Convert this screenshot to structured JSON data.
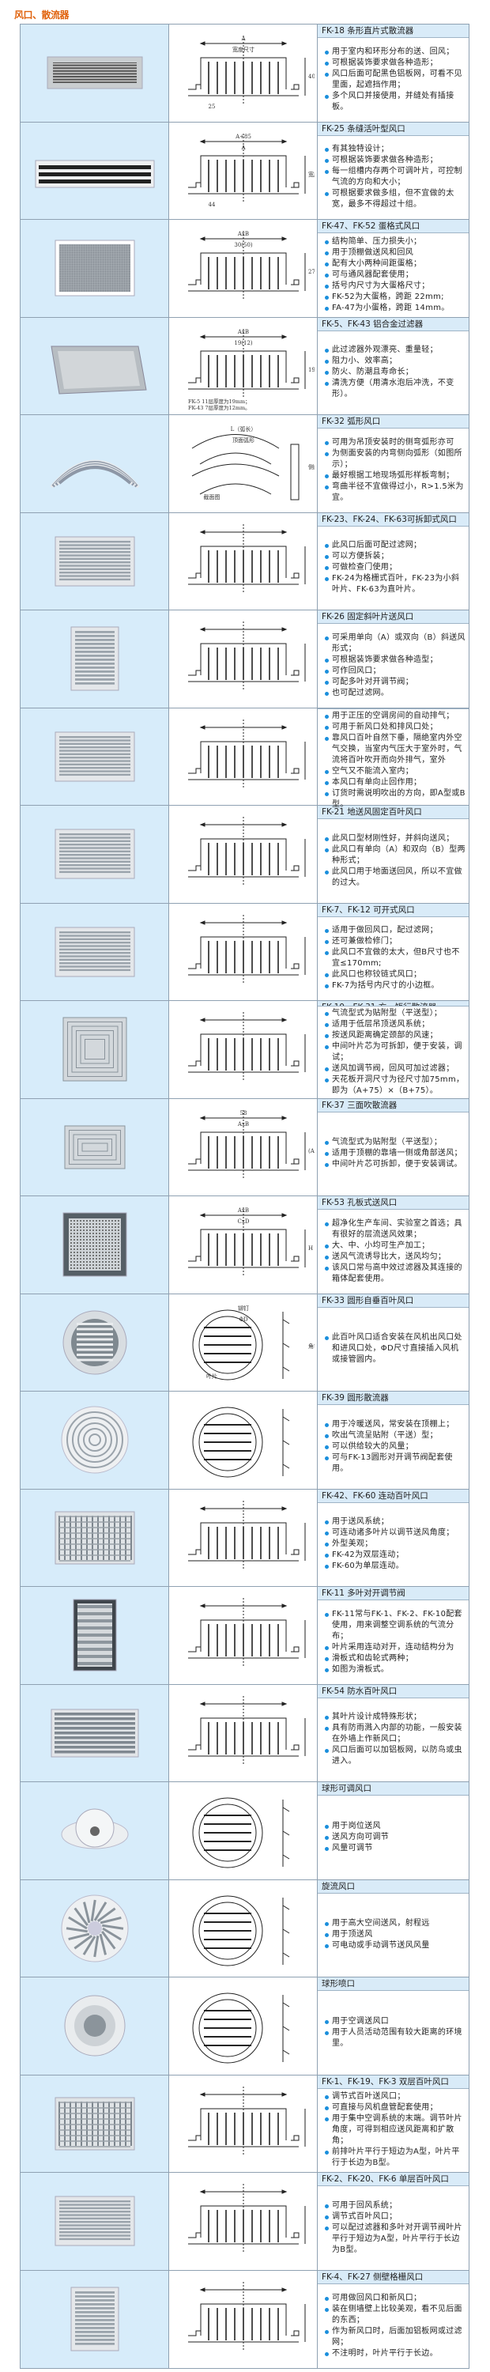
{
  "page": {
    "title": "风口、散流器"
  },
  "products": [
    {
      "title": "FK-18 条形直片式散流器",
      "bullets": [
        "用于室内和环形分布的送、回风；",
        "可根据装饰要求做各种造形；",
        "风口后面可配黑色铝板网，可看不见里面，起遮挡作用；",
        "多个风口并接使用，并缝处有插接板。"
      ],
      "labels": [
        "A",
        "宽度尺寸",
        "40",
        "25"
      ]
    },
    {
      "title": "FK-25 条缝活叶型风口",
      "bullets": [
        "有其独特设计；",
        "可根据装饰要求做各种造形；",
        "每一组槽内存两个可调叶片，可控制气流的方向和大小；",
        "可根据要求做多组，但不宜做的太宽，最多不得超过十组。"
      ],
      "labels": [
        "A+85",
        "A",
        "宽度尺寸",
        "44"
      ]
    },
    {
      "title": "FK-47、FK-52 蛋格式风口",
      "bullets": [
        "结构简单、压力损失小；",
        "用于顶棚做送风和回风",
        "配有大小两种间距蛋格；",
        "可与通风器配套使用；",
        "括号内尺寸为大蛋格尺寸；",
        "FK-52为大蛋格，跨距 22mm;",
        "FA-47为小蛋格，跨距 14mm。"
      ],
      "labels": [
        "AxB",
        "30(50)",
        "27(32)"
      ]
    },
    {
      "title": "FK-5、FK-43 铝合金过滤器",
      "bullets": [
        "此过滤器外观漂亮、重量轻；",
        "阻力小、效率高；",
        "防火、防潮且寿命长；",
        "清洗方便（用清水泡后冲洗，不变形）。"
      ],
      "labels": [
        "AxB",
        "19(12)",
        "19(12)",
        "FK-5   11层厚度为19mm；",
        "FK-43  7层厚度为12mm。"
      ]
    },
    {
      "title": "FK-32 弧形风口",
      "bullets": [
        "可用为吊顶安装时的侧弯弧形亦可",
        "为侧面安装的内弯侧向弧形（如图所示）；",
        "最好根据工地现场弧形样板弯制；",
        "弯曲半径不宜做得过小，R>1.5米为宜。"
      ],
      "labels": [
        "L（弧长）",
        "顶面弧形",
        "侧向弧形",
        "截面图"
      ]
    },
    {
      "title": "FK-23、FK-24、FK-63可拆卸式风口",
      "bullets": [
        "此风口后面可配过滤网；",
        "可以方便拆装；",
        "可做检查门使用；",
        "FK-24为格栅式百叶，FK-23为小斜叶片、FK-63为直叶片。"
      ],
      "labels": []
    },
    {
      "title": "FK-26 固定斜叶片送风口",
      "bullets": [
        "可采用单向（A）或双向（B）斜送风形式；",
        "可根据装饰要求做各种造型；",
        "可作回风口；",
        "可配多叶对开调节阀；",
        "也可配过滤网。"
      ],
      "labels": []
    },
    {
      "title": "FK-14 自垂百叶式风口",
      "bullets": [
        "用于正压的空调房间的自动排气；",
        "可用于新风口处和排风口处；",
        "靠风口百叶自然下垂，隔绝室内外空气交换，当室内气压大于室外时，气流将百叶吹开而向外排气，室外",
        "空气又不能流入室内；",
        "本风口有单向止回作用；",
        "订货时需说明吹出的方向，即A型或B型。"
      ],
      "labels": []
    },
    {
      "title": "FK-21 地送风固定百叶风口",
      "bullets": [
        "此风口型材刚性好，并斜向送风；",
        "此风口有单向（A）和双向（B）型两种形式；",
        "此风口用于地面送回风，所以不宜做的过大。"
      ],
      "labels": []
    },
    {
      "title": "FK-7、FK-12 可开式风口",
      "bullets": [
        "适用于做回风口，配过滤网；",
        "还可兼做检修门；",
        "此风口不宜做的太大，但B尺寸也不宜≤170mm;",
        "此风口也称铰链式风口；",
        "FK-7为括号内尺寸的小边框。"
      ],
      "labels": []
    },
    {
      "title": "FK-10、FK-31 方、矩行散流器",
      "bullets": [
        "气流型式为贴附型（平送型）；",
        "适用于低层吊顶送风系统；",
        "按送风距离确定颈部的风速；",
        "中间叶片芯为可拆卸，便于安装，调试；",
        "送风加调节阀，回风可加过滤器；",
        "天花板开洞尺寸为径尺寸加75mm，即为（A+75）×（B+75）。"
      ],
      "labels": []
    },
    {
      "title": "FK-37 三面吹散流器",
      "bullets": [
        "气流型式为贴附型（平送型）；",
        "适用于顶棚的靠墙一侧或角部送风；",
        "中间叶片芯可拆卸，便于安装调试。"
      ],
      "labels": [
        "58",
        "AxB",
        "(A-125)x(B+125)"
      ]
    },
    {
      "title": "FK-53 孔板式送风口",
      "bullets": [
        "超净化生产车间、实验室之首选；具有很好的层流送风效果；",
        "大、中、小均可生产加工；",
        "送风气流诱导比大，送风均匀；",
        "该风口常与高中效过滤器及其连接的箱体配套使用。"
      ],
      "labels": [
        "AxB",
        "CxD",
        "H"
      ]
    },
    {
      "title": "FK-33 圆形自垂百叶风口",
      "bullets": [
        "此百叶风口适合安装在风机出风口处和进风口处，ΦD尺寸直接插入风机或接管圆内。"
      ],
      "labels": [
        "铆钉",
        "ΦD",
        "角铁法兰",
        "叶片"
      ]
    },
    {
      "title": "FK-39 圆形散流器",
      "bullets": [
        "用于冷暖送风，常安装在顶棚上；",
        "吹出气流呈贴附（平送）型；",
        "可以供给较大的风量；",
        "可与FK-13圆形对开调节阀配套使用。"
      ],
      "labels": []
    },
    {
      "title": "FK-42、FK-60 连动百叶风口",
      "bullets": [
        "用于送风系统；",
        "可连动诸多叶片以调节送风角度；",
        "外型美观；",
        "FK-42为双层连动；",
        "FK-60为单层连动。"
      ],
      "labels": []
    },
    {
      "title": "FK-11 多叶对开调节阀",
      "bullets": [
        "FK-11常与FK-1、FK-2、FK-10配套使用，用来调整空调系统的气流分布；",
        "叶片采用连动对开，连动结构分为",
        "滑板式和齿轮式两种；",
        "如图为滑板式。"
      ],
      "labels": []
    },
    {
      "title": "FK-54 防水百叶风口",
      "bullets": [
        "其叶片设计成特殊形状；",
        "具有防雨溅入内部的功能，一般安装在外墙上作新风口；",
        "风口后面可以加铝板网，以防鸟或虫进入。"
      ],
      "labels": []
    },
    {
      "title": "球形可调风口",
      "bullets": [
        "用于岗位送风",
        "送风方向可调节",
        "风量可调节"
      ],
      "labels": []
    },
    {
      "title": "旋流风口",
      "bullets": [
        "用于高大空间送风，射程远",
        "用于顶送风",
        "可电动或手动调节送风风量"
      ],
      "labels": []
    },
    {
      "title": "球形喷口",
      "bullets": [
        "用于空调送风口",
        "用于人员活动范围有较大距离的环境里。"
      ],
      "labels": []
    },
    {
      "title": "FK-1、FK-19、FK-3 双层百叶风口",
      "bullets": [
        "调节式百叶送风口；",
        "可直接与风机盘管配套使用；",
        "用于集中空调系统的末端。调节叶片角度，可得到相应送风距离和扩散角；",
        "前排叶片平行于短边为A型，叶片平行于长边为B型。"
      ],
      "labels": []
    },
    {
      "title": "FK-2、FK-20、FK-6 单层百叶风口",
      "bullets": [
        "可用于回风系统；",
        "调节式百叶风口；",
        "可以配过滤器和多叶对开调节阀叶片平行于短边为A型，叶片平行于长边为B型。"
      ],
      "labels": []
    },
    {
      "title": "FK-4、FK-27 侧壁格栅风口",
      "bullets": [
        "可用做回风口和新风口；",
        "装在侧墙壁上比较美观，看不见后面的东西；",
        "作为新风口时，后面加铝板网或过滤网；",
        "不注明时，叶片平行于长边。"
      ],
      "labels": []
    }
  ],
  "colors": {
    "title": "#e0620c",
    "bullet": "#1b8fdc",
    "photo_bg": "#d7ecfa",
    "header_bg": "#d9ebf8"
  }
}
